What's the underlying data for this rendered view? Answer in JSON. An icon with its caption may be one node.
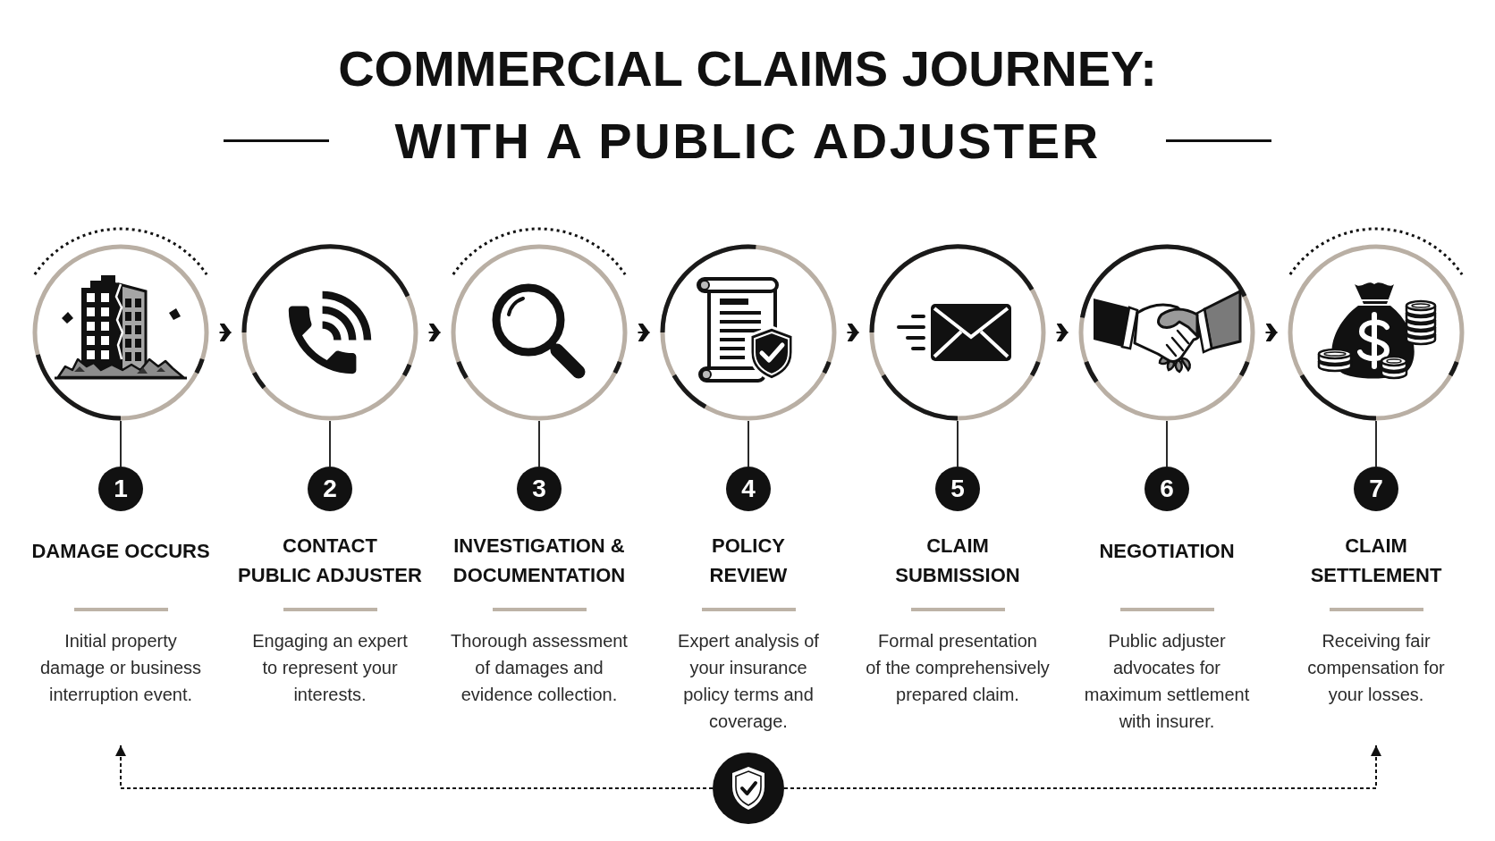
{
  "diagram": {
    "title": "COMMERCIAL CLAIMS JOURNEY: WITH A PUBLIC ADJUSTER",
    "nodes": [
      {
        "text": [
          "1",
          "DAMAGE OCCURS",
          "Initial property damage or business interruption event."
        ]
      },
      {
        "text": [
          "2",
          "CONTACT PUBLIC ADJUSTER",
          "Engaging an expert to represent your interests."
        ]
      },
      {
        "text": [
          "3",
          "INVESTIGATION & DOCUMENTATION",
          "Thorough assessment of damages and evidence collection."
        ]
      },
      {
        "text": [
          "4",
          "POLICY REVIEW",
          "Expert analysis of your insurance policy terms and coverage."
        ]
      },
      {
        "text": [
          "5",
          "CLAIM SUBMISSION",
          "Formal presentation of the comprehensively prepared claim."
        ]
      },
      {
        "text": [
          "6",
          "NEGOTIATION",
          "Public adjuster advocates for maximum settlement with insurer."
        ]
      },
      {
        "text": [
          "7",
          "CLAIM SETTLEMENT",
          "Receiving fair compensation for your losses."
        ]
      },
      {
        "text": [],
        "shape": "picture"
      }
    ],
    "edges": [
      {
        "from": 0,
        "to": 1,
        "arrow": "to"
      },
      {
        "from": 1,
        "to": 2,
        "arrow": "to"
      },
      {
        "from": 2,
        "to": 3,
        "arrow": "to"
      },
      {
        "from": 3,
        "to": 4,
        "arrow": "to"
      },
      {
        "from": 4,
        "to": 5,
        "arrow": "to"
      },
      {
        "from": 5,
        "to": 6,
        "arrow": "to"
      },
      {
        "from": 7,
        "to": 0,
        "arrow": "to",
        "style": "dashed"
      },
      {
        "from": 7,
        "to": 6,
        "arrow": "to",
        "style": "dashed"
      }
    ]
  }
}
